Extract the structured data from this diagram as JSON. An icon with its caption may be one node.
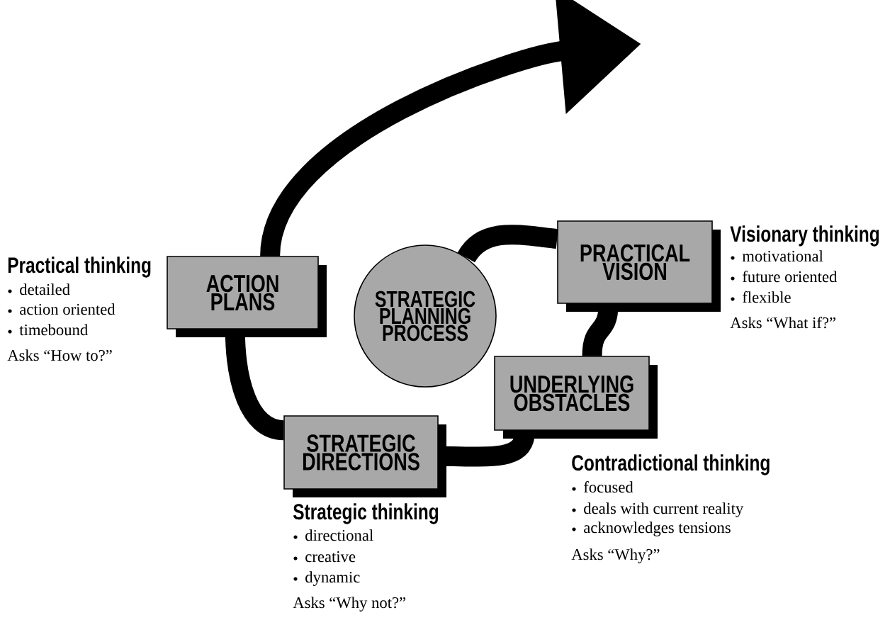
{
  "diagram": {
    "nodes": [
      {
        "text": [
          "ACTION PLANS"
        ],
        "beside": [
          "Practical thinking",
          "detailed",
          "action oriented",
          "timebound",
          "Asks “How to?”"
        ]
      },
      {
        "text": [
          "STRATEGIC PLANNING PROCESS"
        ]
      },
      {
        "text": [
          "PRACTICAL VISION"
        ],
        "beside": [
          "Visionary thinking",
          "motivational",
          "future oriented",
          "flexible",
          "Asks “What if?”"
        ]
      },
      {
        "text": [
          "UNDERLYING OBSTACLES"
        ],
        "beside": [
          "Contradictional thinking",
          "focused",
          "deals with current reality",
          "acknowledges tensions",
          "Asks “Why?”"
        ]
      },
      {
        "text": [
          "STRATEGIC DIRECTIONS"
        ],
        "beside": [
          "Strategic thinking",
          "directional",
          "creative",
          "dynamic",
          "Asks “Why not?”"
        ]
      }
    ],
    "edges": [
      {
        "from": 1,
        "to": 2,
        "arrow": "none"
      },
      {
        "from": 2,
        "to": 3,
        "arrow": "none"
      },
      {
        "from": 3,
        "to": 4,
        "arrow": "none"
      },
      {
        "from": 4,
        "to": 0,
        "arrow": "none"
      },
      {
        "from": 0,
        "to": null,
        "arrow": "to"
      }
    ]
  }
}
